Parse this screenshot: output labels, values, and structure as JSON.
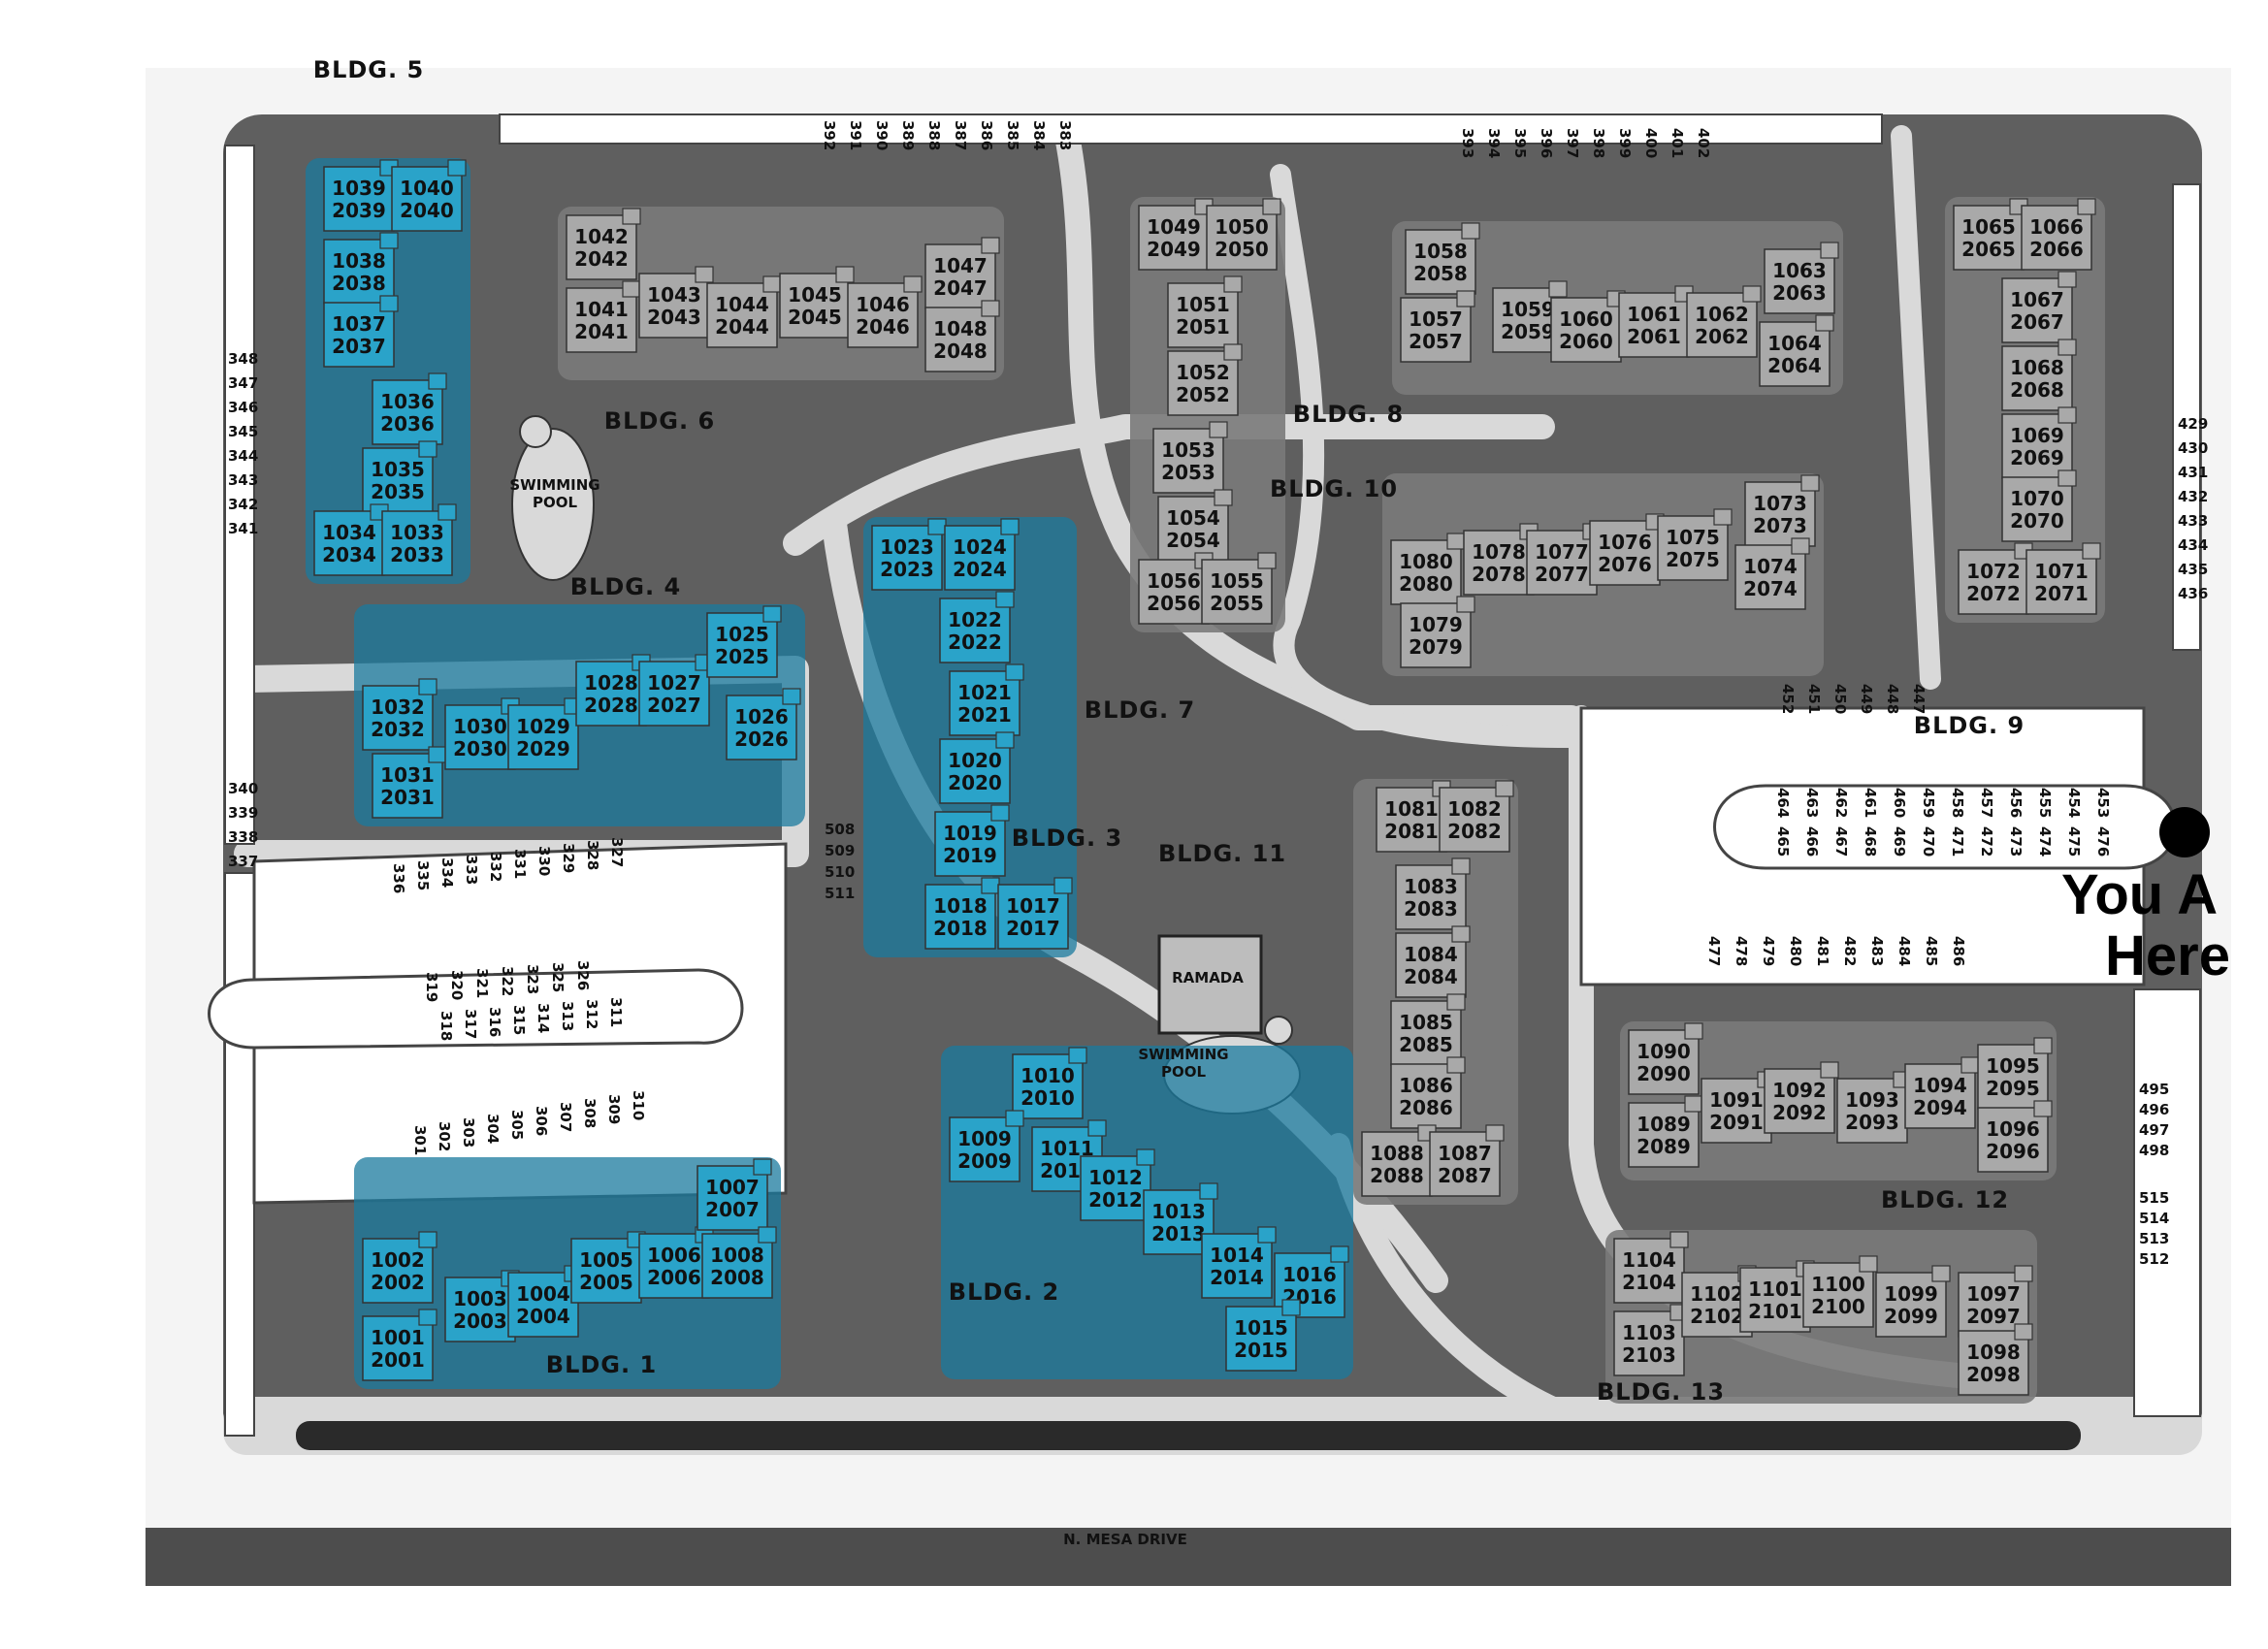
{
  "colors": {
    "grass": "#5f5f5f",
    "pavement": "#d9d9d9",
    "building": "#a9a9a9",
    "highlight": "#2aa3c9",
    "highlight_dark": "#197a9d"
  },
  "map": {
    "you_are_here": [
      "You A",
      "Here"
    ],
    "marker_icon": "you-are-here-dot",
    "street": "N. MESA DRIVE",
    "features": [
      {
        "id": "pool1",
        "lines": [
          "SWIMMING",
          "POOL"
        ]
      },
      {
        "id": "pool2",
        "lines": [
          "SWIMMING",
          "POOL"
        ]
      },
      {
        "id": "ramada",
        "lines": [
          "RAMADA"
        ]
      }
    ],
    "buildings": [
      {
        "label": "BLDG. 5"
      },
      {
        "label": "BLDG. 6"
      },
      {
        "label": "BLDG. 4"
      },
      {
        "label": "BLDG. 3"
      },
      {
        "label": "BLDG. 7"
      },
      {
        "label": "BLDG. 8"
      },
      {
        "label": "BLDG. 10"
      },
      {
        "label": "BLDG. 9"
      },
      {
        "label": "BLDG. 11"
      },
      {
        "label": "BLDG. 12"
      },
      {
        "label": "BLDG. 13"
      },
      {
        "label": "BLDG. 2"
      },
      {
        "label": "BLDG. 1"
      }
    ],
    "units": [
      {
        "t": "1039",
        "b": "2039",
        "hl": true
      },
      {
        "t": "1040",
        "b": "2040",
        "hl": true
      },
      {
        "t": "1038",
        "b": "2038",
        "hl": true
      },
      {
        "t": "1037",
        "b": "2037",
        "hl": true
      },
      {
        "t": "1036",
        "b": "2036",
        "hl": true
      },
      {
        "t": "1035",
        "b": "2035",
        "hl": true
      },
      {
        "t": "1034",
        "b": "2034",
        "hl": true
      },
      {
        "t": "1033",
        "b": "2033",
        "hl": true
      },
      {
        "t": "1042",
        "b": "2042",
        "hl": false
      },
      {
        "t": "1041",
        "b": "2041",
        "hl": false
      },
      {
        "t": "1043",
        "b": "2043",
        "hl": false
      },
      {
        "t": "1044",
        "b": "2044",
        "hl": false
      },
      {
        "t": "1045",
        "b": "2045",
        "hl": false
      },
      {
        "t": "1046",
        "b": "2046",
        "hl": false
      },
      {
        "t": "1047",
        "b": "2047",
        "hl": false
      },
      {
        "t": "1048",
        "b": "2048",
        "hl": false
      },
      {
        "t": "1032",
        "b": "2032",
        "hl": true
      },
      {
        "t": "1031",
        "b": "2031",
        "hl": true
      },
      {
        "t": "1030",
        "b": "2030",
        "hl": true
      },
      {
        "t": "1029",
        "b": "2029",
        "hl": true
      },
      {
        "t": "1028",
        "b": "2028",
        "hl": true
      },
      {
        "t": "1027",
        "b": "2027",
        "hl": true
      },
      {
        "t": "1025",
        "b": "2025",
        "hl": true
      },
      {
        "t": "1026",
        "b": "2026",
        "hl": true
      },
      {
        "t": "1023",
        "b": "2023",
        "hl": true
      },
      {
        "t": "1024",
        "b": "2024",
        "hl": true
      },
      {
        "t": "1022",
        "b": "2022",
        "hl": true
      },
      {
        "t": "1021",
        "b": "2021",
        "hl": true
      },
      {
        "t": "1020",
        "b": "2020",
        "hl": true
      },
      {
        "t": "1019",
        "b": "2019",
        "hl": true
      },
      {
        "t": "1018",
        "b": "2018",
        "hl": true
      },
      {
        "t": "1017",
        "b": "2017",
        "hl": true
      },
      {
        "t": "1049",
        "b": "2049",
        "hl": false
      },
      {
        "t": "1050",
        "b": "2050",
        "hl": false
      },
      {
        "t": "1051",
        "b": "2051",
        "hl": false
      },
      {
        "t": "1052",
        "b": "2052",
        "hl": false
      },
      {
        "t": "1053",
        "b": "2053",
        "hl": false
      },
      {
        "t": "1054",
        "b": "2054",
        "hl": false
      },
      {
        "t": "1056",
        "b": "2056",
        "hl": false
      },
      {
        "t": "1055",
        "b": "2055",
        "hl": false
      },
      {
        "t": "1058",
        "b": "2058",
        "hl": false
      },
      {
        "t": "1057",
        "b": "2057",
        "hl": false
      },
      {
        "t": "1059",
        "b": "2059",
        "hl": false
      },
      {
        "t": "1060",
        "b": "2060",
        "hl": false
      },
      {
        "t": "1061",
        "b": "2061",
        "hl": false
      },
      {
        "t": "1062",
        "b": "2062",
        "hl": false
      },
      {
        "t": "1063",
        "b": "2063",
        "hl": false
      },
      {
        "t": "1064",
        "b": "2064",
        "hl": false
      },
      {
        "t": "1080",
        "b": "2080",
        "hl": false
      },
      {
        "t": "1079",
        "b": "2079",
        "hl": false
      },
      {
        "t": "1078",
        "b": "2078",
        "hl": false
      },
      {
        "t": "1077",
        "b": "2077",
        "hl": false
      },
      {
        "t": "1076",
        "b": "2076",
        "hl": false
      },
      {
        "t": "1075",
        "b": "2075",
        "hl": false
      },
      {
        "t": "1073",
        "b": "2073",
        "hl": false
      },
      {
        "t": "1074",
        "b": "2074",
        "hl": false
      },
      {
        "t": "1065",
        "b": "2065",
        "hl": false
      },
      {
        "t": "1066",
        "b": "2066",
        "hl": false
      },
      {
        "t": "1067",
        "b": "2067",
        "hl": false
      },
      {
        "t": "1068",
        "b": "2068",
        "hl": false
      },
      {
        "t": "1069",
        "b": "2069",
        "hl": false
      },
      {
        "t": "1070",
        "b": "2070",
        "hl": false
      },
      {
        "t": "1072",
        "b": "2072",
        "hl": false
      },
      {
        "t": "1071",
        "b": "2071",
        "hl": false
      },
      {
        "t": "1081",
        "b": "2081",
        "hl": false
      },
      {
        "t": "1082",
        "b": "2082",
        "hl": false
      },
      {
        "t": "1083",
        "b": "2083",
        "hl": false
      },
      {
        "t": "1084",
        "b": "2084",
        "hl": false
      },
      {
        "t": "1085",
        "b": "2085",
        "hl": false
      },
      {
        "t": "1086",
        "b": "2086",
        "hl": false
      },
      {
        "t": "1088",
        "b": "2088",
        "hl": false
      },
      {
        "t": "1087",
        "b": "2087",
        "hl": false
      },
      {
        "t": "1090",
        "b": "2090",
        "hl": false
      },
      {
        "t": "1089",
        "b": "2089",
        "hl": false
      },
      {
        "t": "1091",
        "b": "2091",
        "hl": false
      },
      {
        "t": "1092",
        "b": "2092",
        "hl": false
      },
      {
        "t": "1093",
        "b": "2093",
        "hl": false
      },
      {
        "t": "1094",
        "b": "2094",
        "hl": false
      },
      {
        "t": "1095",
        "b": "2095",
        "hl": false
      },
      {
        "t": "1096",
        "b": "2096",
        "hl": false
      },
      {
        "t": "1104",
        "b": "2104",
        "hl": false
      },
      {
        "t": "1103",
        "b": "2103",
        "hl": false
      },
      {
        "t": "1102",
        "b": "2102",
        "hl": false
      },
      {
        "t": "1101",
        "b": "2101",
        "hl": false
      },
      {
        "t": "1100",
        "b": "2100",
        "hl": false
      },
      {
        "t": "1099",
        "b": "2099",
        "hl": false
      },
      {
        "t": "1097",
        "b": "2097",
        "hl": false
      },
      {
        "t": "1098",
        "b": "2098",
        "hl": false
      },
      {
        "t": "1010",
        "b": "2010",
        "hl": true
      },
      {
        "t": "1009",
        "b": "2009",
        "hl": true
      },
      {
        "t": "1011",
        "b": "2011",
        "hl": true
      },
      {
        "t": "1012",
        "b": "2012",
        "hl": true
      },
      {
        "t": "1013",
        "b": "2013",
        "hl": true
      },
      {
        "t": "1014",
        "b": "2014",
        "hl": true
      },
      {
        "t": "1016",
        "b": "2016",
        "hl": true
      },
      {
        "t": "1015",
        "b": "2015",
        "hl": true
      },
      {
        "t": "1002",
        "b": "2002",
        "hl": true
      },
      {
        "t": "1001",
        "b": "2001",
        "hl": true
      },
      {
        "t": "1003",
        "b": "2003",
        "hl": true
      },
      {
        "t": "1004",
        "b": "2004",
        "hl": true
      },
      {
        "t": "1005",
        "b": "2005",
        "hl": true
      },
      {
        "t": "1006",
        "b": "2006",
        "hl": true
      },
      {
        "t": "1007",
        "b": "2007",
        "hl": true
      },
      {
        "t": "1008",
        "b": "2008",
        "hl": true
      }
    ],
    "parking_rows": [
      {
        "id": "top-left",
        "spaces": [
          "392",
          "391",
          "390",
          "389",
          "388",
          "387",
          "386",
          "385",
          "384",
          "383"
        ]
      },
      {
        "id": "top-right",
        "spaces": [
          "393",
          "394",
          "395",
          "396",
          "397",
          "398",
          "399",
          "400",
          "401",
          "402"
        ]
      },
      {
        "id": "left-upper",
        "spaces": [
          "348",
          "347",
          "346",
          "345",
          "344",
          "343",
          "342",
          "341"
        ]
      },
      {
        "id": "left-lower",
        "spaces": [
          "340",
          "339",
          "338",
          "337"
        ]
      },
      {
        "id": "lot-a-top",
        "spaces": [
          "336",
          "335",
          "334",
          "333",
          "332",
          "331",
          "330",
          "329",
          "328",
          "327"
        ]
      },
      {
        "id": "lot-a-island-top",
        "spaces": [
          "319",
          "320",
          "321",
          "322",
          "323",
          "325",
          "326"
        ]
      },
      {
        "id": "lot-a-island-bottom",
        "spaces": [
          "318",
          "317",
          "316",
          "315",
          "314",
          "313",
          "312",
          "311"
        ]
      },
      {
        "id": "lot-a-bottom",
        "spaces": [
          "301",
          "302",
          "303",
          "304",
          "305",
          "306",
          "307",
          "308",
          "309",
          "310"
        ]
      },
      {
        "id": "lot-a-right",
        "spaces": [
          "508",
          "509",
          "510",
          "511"
        ]
      },
      {
        "id": "right-upper",
        "spaces": [
          "429",
          "430",
          "431",
          "432",
          "433",
          "434",
          "435",
          "436"
        ]
      },
      {
        "id": "lot-b-top",
        "spaces": [
          "452",
          "451",
          "450",
          "449",
          "448",
          "447"
        ]
      },
      {
        "id": "lot-b-island-top",
        "spaces": [
          "464",
          "463",
          "462",
          "461",
          "460",
          "459",
          "458",
          "457",
          "456",
          "455",
          "454",
          "453"
        ]
      },
      {
        "id": "lot-b-island-bottom",
        "spaces": [
          "465",
          "466",
          "467",
          "468",
          "469",
          "470",
          "471",
          "472",
          "473",
          "474",
          "475",
          "476"
        ]
      },
      {
        "id": "lot-b-bottom",
        "spaces": [
          "477",
          "478",
          "479",
          "480",
          "481",
          "482",
          "483",
          "484",
          "485",
          "486"
        ]
      },
      {
        "id": "right-lower-a",
        "spaces": [
          "495",
          "496",
          "497",
          "498"
        ]
      },
      {
        "id": "right-lower-b",
        "spaces": [
          "515",
          "514",
          "513",
          "512"
        ]
      }
    ]
  }
}
